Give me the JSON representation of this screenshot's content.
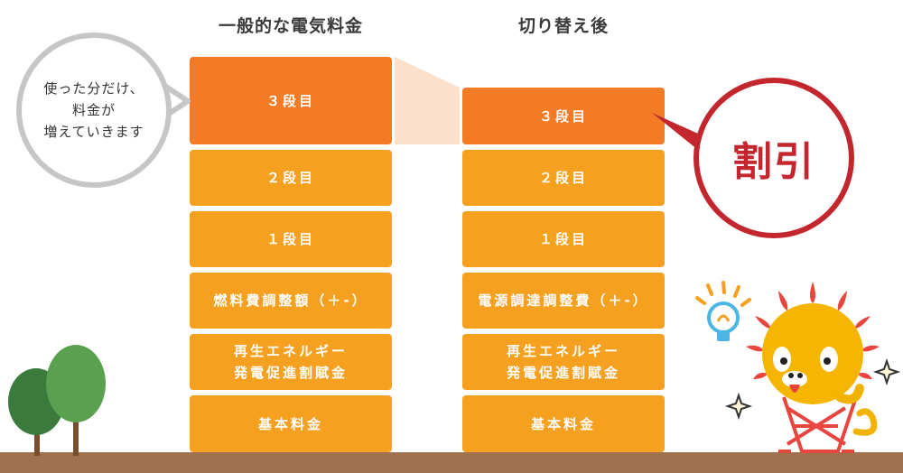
{
  "columns": {
    "left_title": "一般的な電気料金",
    "right_title": "切り替え後"
  },
  "left_blocks": {
    "tier3": "３段目",
    "tier2": "２段目",
    "tier1": "１段目",
    "fuel": "燃料費調整額（＋-）",
    "renew_line1": "再生エネルギー",
    "renew_line2": "発電促進割賦金",
    "base": "基本料金"
  },
  "right_blocks": {
    "tier3": "３段目",
    "tier2": "２段目",
    "tier1": "１段目",
    "fuel": "電源調達調整費（＋-）",
    "renew_line1": "再生エネルギー",
    "renew_line2": "発電促進割賦金",
    "base": "基本料金"
  },
  "bubbles": {
    "left_line1": "使った分だけ、",
    "left_line2": "料金が",
    "left_line3": "増えていきます",
    "right_text": "割引"
  },
  "icons": [
    "tree-icon",
    "lightbulb-icon",
    "sparkle-icon",
    "sun-mascot-icon"
  ],
  "colors": {
    "tier3": "#f47b26",
    "lower_tiers": "#f6a020",
    "discount_accent": "#c4262e",
    "ground": "#a0714f",
    "bubble_gray": "#c6c6c6"
  }
}
